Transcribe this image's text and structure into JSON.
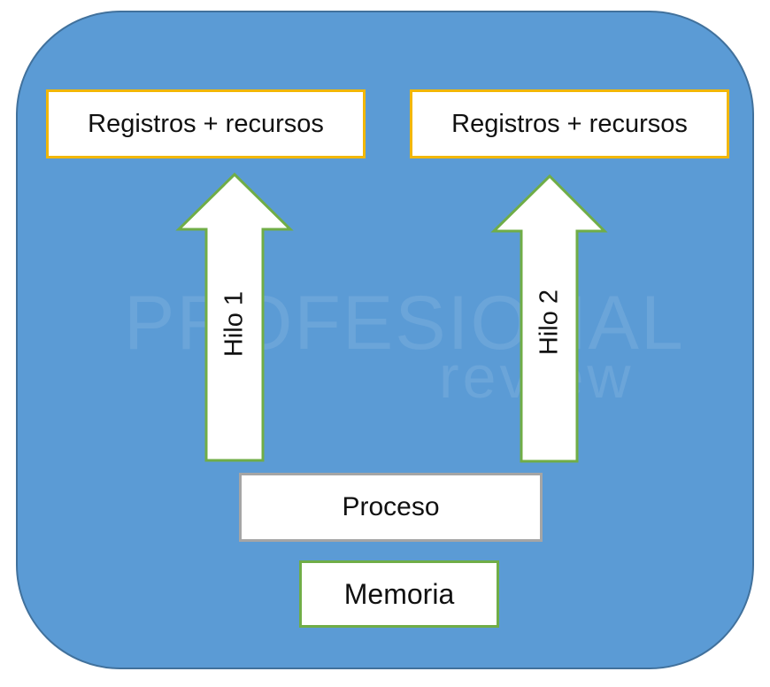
{
  "diagram": {
    "top_left_box": "Registros + recursos",
    "top_right_box": "Registros + recursos",
    "arrow_left_label": "Hilo 1",
    "arrow_right_label": "Hilo 2",
    "process_box": "Proceso",
    "memory_box": "Memoria"
  },
  "watermark": {
    "main": "PROFESIONAL",
    "sub": "review"
  },
  "colors": {
    "background": "#5b9bd5",
    "background_border": "#41719c",
    "yellow_border": "#f2b705",
    "green_border": "#70ad47",
    "gray_border": "#a5a5a5"
  }
}
